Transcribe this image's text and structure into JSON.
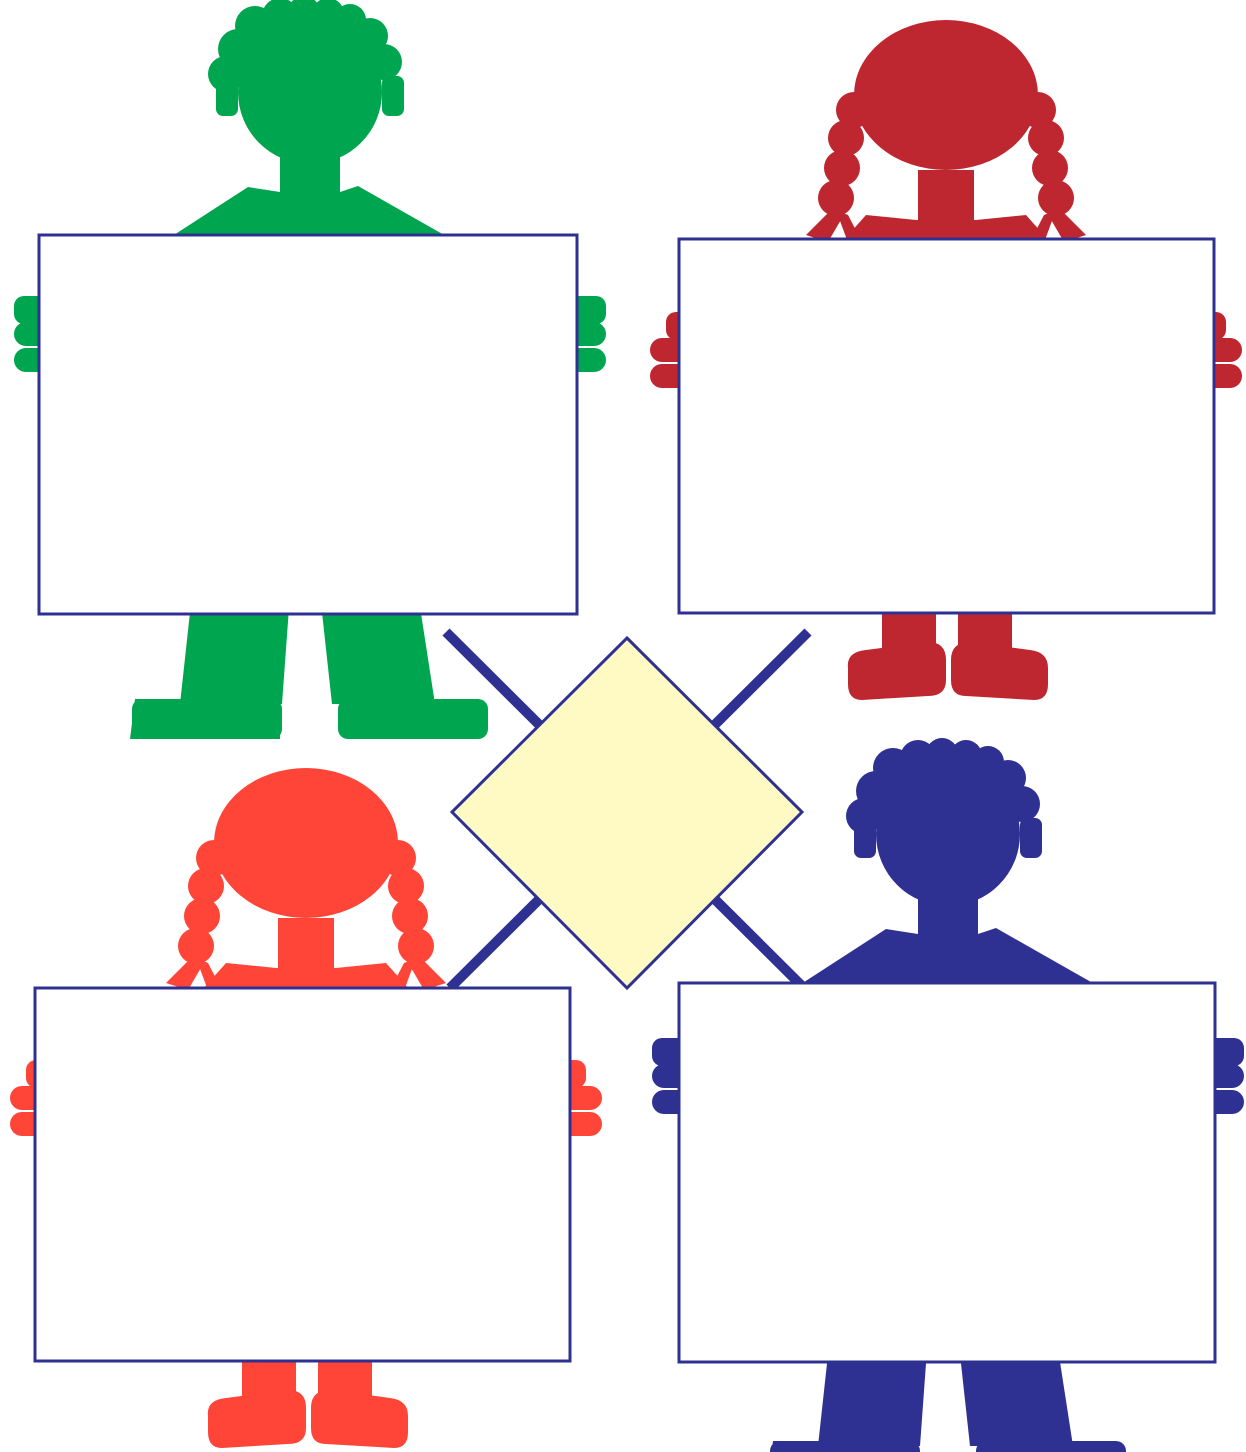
{
  "colors": {
    "figure_top_left": "#00a54f",
    "figure_top_right": "#be2630",
    "figure_bottom_left": "#ff4438",
    "figure_bottom_right": "#2e3192",
    "sign_border": "#2e3192",
    "sign_fill": "#ffffff",
    "center_diamond_fill": "#fff9c4",
    "connector_lines": "#2e3192"
  },
  "figures": [
    {
      "id": "top-left",
      "kind": "boy",
      "color_key": "figure_top_left",
      "sign_text": ""
    },
    {
      "id": "top-right",
      "kind": "girl",
      "color_key": "figure_top_right",
      "sign_text": ""
    },
    {
      "id": "bottom-left",
      "kind": "girl",
      "color_key": "figure_bottom_left",
      "sign_text": ""
    },
    {
      "id": "bottom-right",
      "kind": "boy",
      "color_key": "figure_bottom_right",
      "sign_text": ""
    }
  ],
  "center": {
    "shape": "diamond",
    "text": ""
  }
}
